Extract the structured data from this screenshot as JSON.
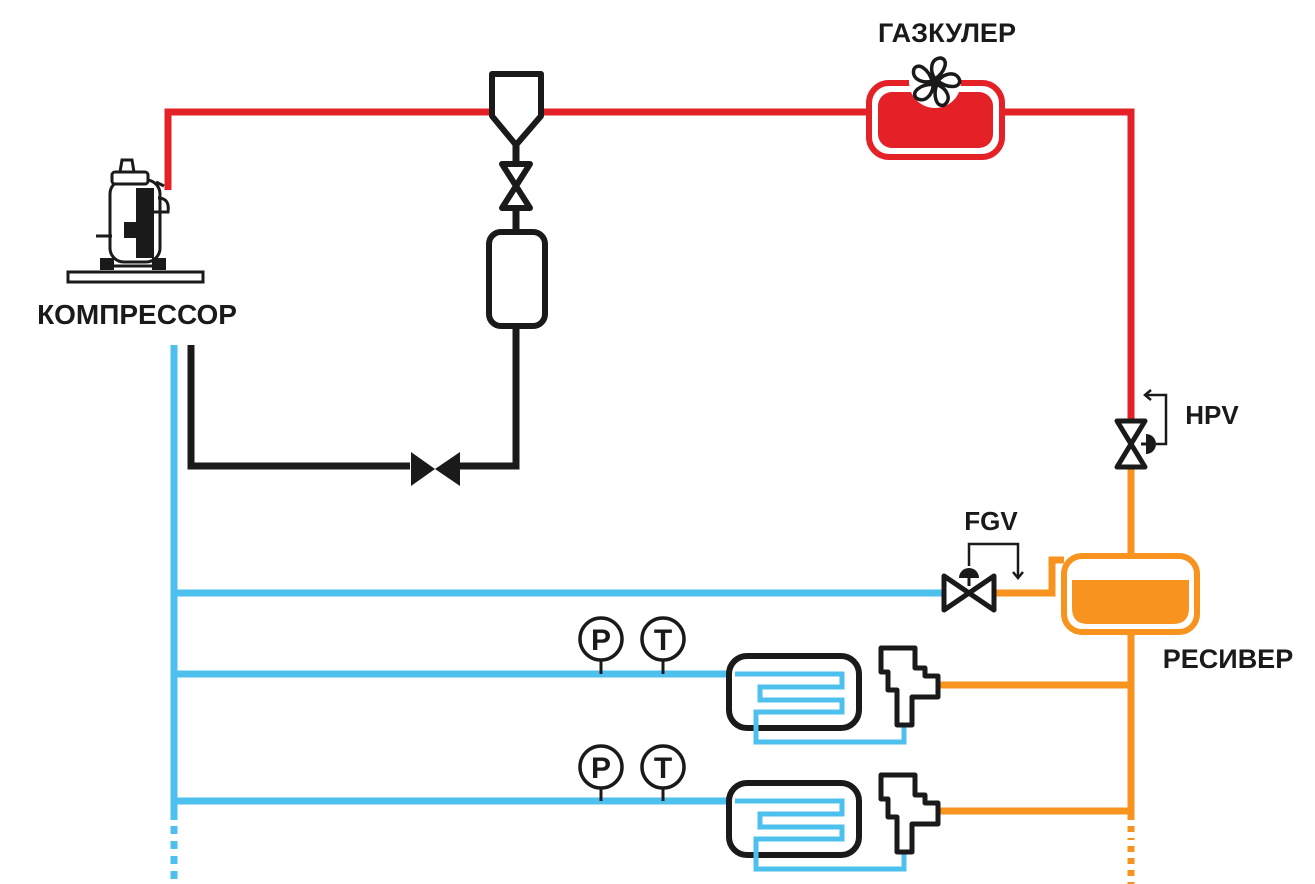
{
  "labels": {
    "gascooler": "ГАЗКУЛЕР",
    "compressor": "КОМПРЕССОР",
    "hpv": "HPV",
    "fgv": "FGV",
    "receiver": "РЕСИВЕР"
  },
  "gauges": {
    "pressure": "P",
    "temperature": "T"
  },
  "colors": {
    "high_pressure": "#e42127",
    "medium_pressure": "#f7931e",
    "low_pressure": "#4dc0ee",
    "oil_line": "#1a1a1a"
  },
  "icons": [
    "compressor-icon",
    "fan-icon",
    "oil-separator-icon",
    "valve-icon",
    "pressure-gauge-icon",
    "temperature-gauge-icon",
    "evaporator-icon",
    "expansion-valve-icon",
    "receiver-icon"
  ]
}
